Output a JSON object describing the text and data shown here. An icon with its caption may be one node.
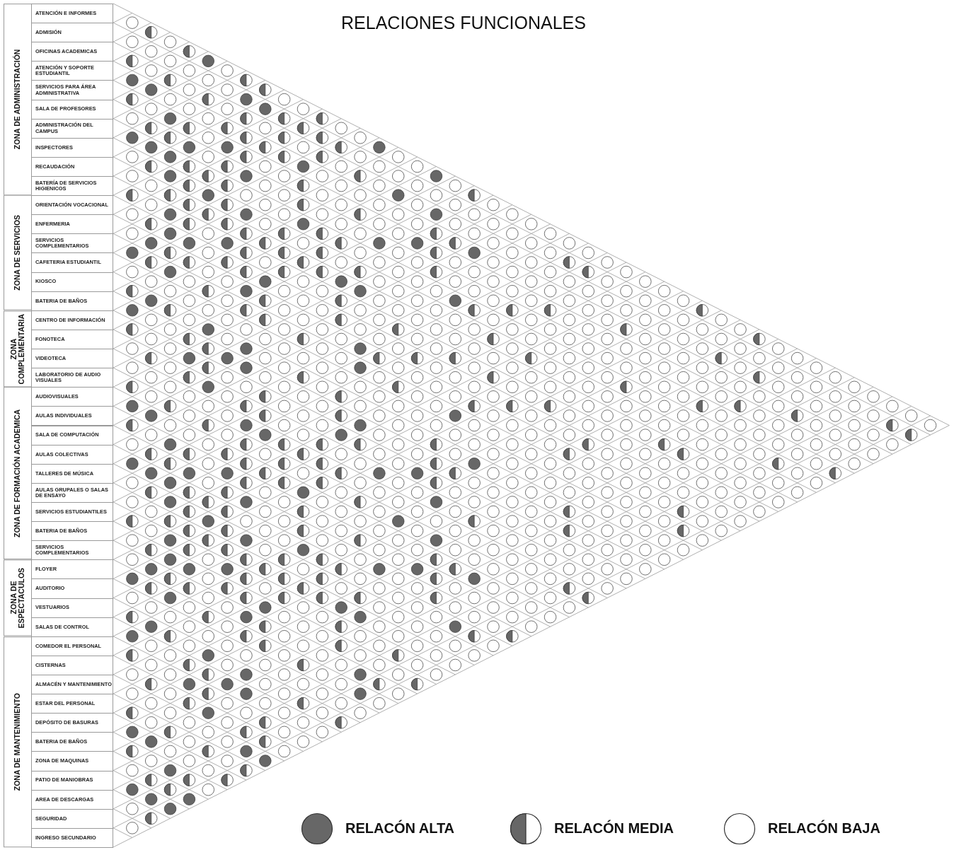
{
  "diagram": {
    "title": "RELACIONES FUNCIONALES",
    "nodes": [
      {
        "text": [
          "ZONA DE ADMINISTRACIÓN"
        ]
      },
      {
        "text": [
          "ATENCIÓN E INFORMES"
        ]
      },
      {
        "text": [
          "ADMISIÓN"
        ]
      },
      {
        "text": [
          "OFICINAS ACADEMICAS"
        ]
      },
      {
        "text": [
          "ATENCIÓN Y SOPORTE ESTUDIANTIL"
        ]
      },
      {
        "text": [
          "SERVICIOS PARA ÁREA ADMINISTRATIVA"
        ]
      },
      {
        "text": [
          "SALA DE PROFESORES"
        ]
      },
      {
        "text": [
          "ADMINISTRACIÓN DEL CAMPUS"
        ]
      },
      {
        "text": [
          "INSPECTORES"
        ]
      },
      {
        "text": [
          "RECAUDACIÓN"
        ]
      },
      {
        "text": [
          "BATERÍA DE SERVICIOS HIGIENICOS"
        ]
      },
      {
        "text": [
          "ZONA DE SERVICIOS"
        ]
      },
      {
        "text": [
          "ORIENTACIÓN VOCACIONAL"
        ]
      },
      {
        "text": [
          "ENFERMERIA"
        ]
      },
      {
        "text": [
          "SERVICIOS COMPLEMENTARIOS"
        ]
      },
      {
        "text": [
          "CAFETERIA ESTUDIANTIL"
        ]
      },
      {
        "text": [
          "KIOSCO"
        ]
      },
      {
        "text": [
          "BATERIA DE BAÑOS"
        ]
      },
      {
        "text": [
          "ZONA COMPLEMENTARIA"
        ]
      },
      {
        "text": [
          "CENTRO DE INFORMACIÓN"
        ]
      },
      {
        "text": [
          "FONOTECA"
        ]
      },
      {
        "text": [
          "VIDEOTECA"
        ]
      },
      {
        "text": [
          "LABORATORIO DE AUDIO VISUALES"
        ]
      },
      {
        "text": [
          "ZONA DE FORMACIÓN ACADEMICA"
        ]
      },
      {
        "text": [
          "AUDIOVISUALES"
        ]
      },
      {
        "text": [
          "AULAS INDIVIDUALES"
        ]
      },
      {
        "text": [
          "SALA DE COMPUTACIÓN"
        ]
      },
      {
        "text": [
          "AULAS COLECTIVAS"
        ]
      },
      {
        "text": [
          "TALLERES DE MÚSICA"
        ]
      },
      {
        "text": [
          "AULAS GRUPALES O SALAS DE ENSAYO"
        ]
      },
      {
        "text": [
          "SERVICIOS ESTUDIANTILES"
        ]
      },
      {
        "text": [
          "BATERIA DE BAÑOS"
        ]
      },
      {
        "text": [
          "SERVICIOS COMPLEMENTARIOS"
        ]
      },
      {
        "text": [
          "ZONA DE ESPECTACULOS"
        ]
      },
      {
        "text": [
          "FLOYER"
        ]
      },
      {
        "text": [
          "AUDITORIO"
        ]
      },
      {
        "text": [
          "VESTUARIOS"
        ]
      },
      {
        "text": [
          "SALAS DE CONTROL"
        ]
      },
      {
        "text": [
          "ZONA DE MANTENIMIENTO"
        ]
      },
      {
        "text": [
          "COMEDOR EL PERSONAL"
        ]
      },
      {
        "text": [
          "CISTERNAS"
        ]
      },
      {
        "text": [
          "ALMACÉN Y MANTENIMIENTO"
        ]
      },
      {
        "text": [
          "ESTAR DEL PERSONAL"
        ]
      },
      {
        "text": [
          "DEPÓSITO DE BASURAS"
        ]
      },
      {
        "text": [
          "BATERIA DE BAÑOS"
        ]
      },
      {
        "text": [
          "ZONA DE MAQUINAS"
        ]
      },
      {
        "text": [
          "PATIO DE MANIOBRAS"
        ]
      },
      {
        "text": [
          "AREA DE DESCARGAS"
        ]
      },
      {
        "text": [
          "SEGURIDAD"
        ]
      },
      {
        "text": [
          "INGRESO SECUNDARIO"
        ]
      }
    ],
    "legend": [
      {
        "text": "RELACÓN ALTA"
      },
      {
        "text": "RELACÓN MEDIA"
      },
      {
        "text": "RELACÓN BAJA"
      }
    ]
  }
}
